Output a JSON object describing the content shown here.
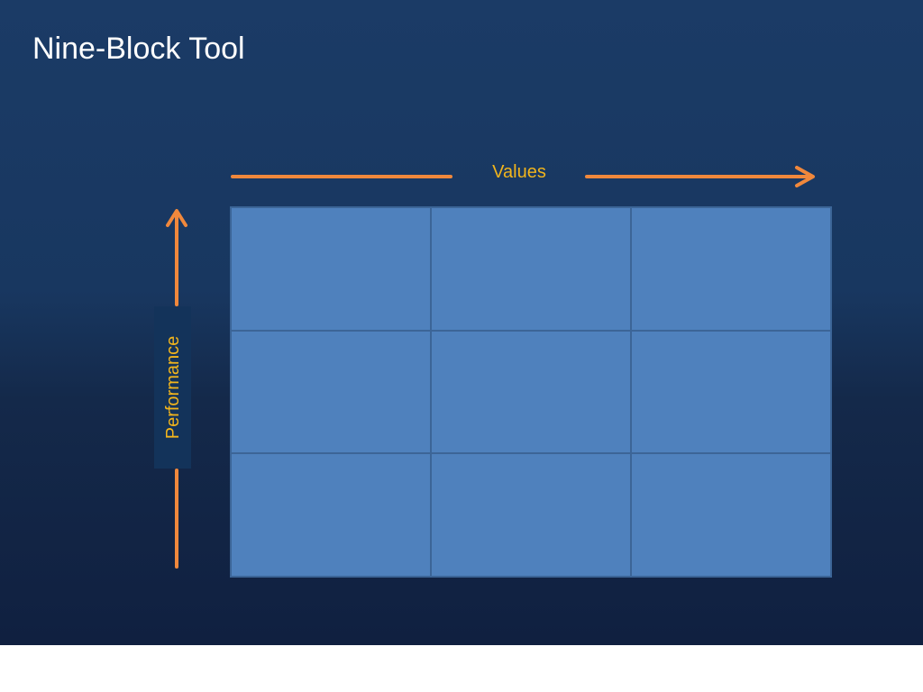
{
  "slide": {
    "title": "Nine-Block Tool"
  },
  "diagram": {
    "x_axis_label": "Values",
    "y_axis_label": "Performance",
    "rows": 3,
    "columns": 3,
    "colors": {
      "background_top": "#1b3b66",
      "background_bottom": "#102040",
      "cell_fill": "#4f81bd",
      "cell_border": "#3c6597",
      "arrow": "#f0883c",
      "axis_label": "#f2b51c"
    }
  }
}
